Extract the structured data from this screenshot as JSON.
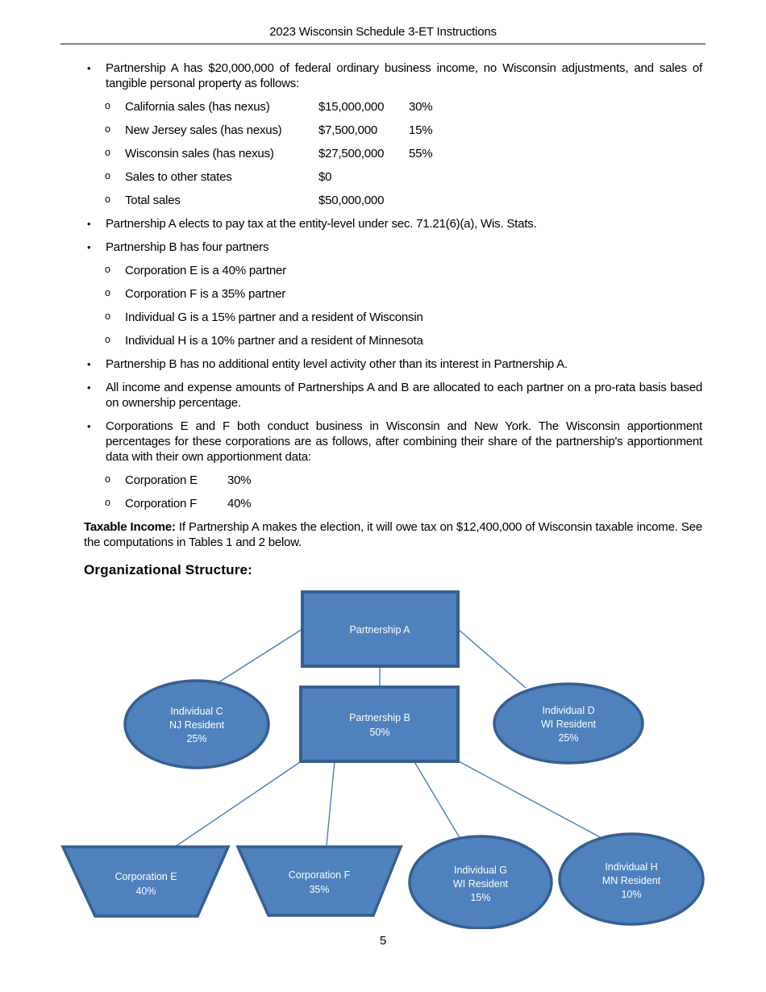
{
  "page": {
    "title": "2023 Wisconsin Schedule 3-ET Instructions",
    "page_number": "5"
  },
  "bullets": {
    "b1": {
      "text": "Partnership A has $20,000,000 of federal ordinary business income, no Wisconsin adjustments, and sales of tangible personal property as follows:",
      "items": [
        {
          "label": "California sales (has nexus)",
          "amount": "$15,000,000",
          "pct": "30%"
        },
        {
          "label": "New Jersey sales (has nexus)",
          "amount": "$7,500,000",
          "pct": "15%"
        },
        {
          "label": "Wisconsin sales (has nexus)",
          "amount": "$27,500,000",
          "pct": "55%"
        },
        {
          "label": "Sales to other states",
          "amount": "$0",
          "pct": ""
        },
        {
          "label": "Total sales",
          "amount": "$50,000,000",
          "pct": ""
        }
      ]
    },
    "b2": {
      "text": "Partnership A elects to pay tax at the entity-level under sec. 71.21(6)(a), Wis. Stats."
    },
    "b3": {
      "text": "Partnership B has four partners",
      "items": [
        "Corporation E is a 40% partner",
        "Corporation F is a 35% partner",
        "Individual G is a 15% partner and a resident of Wisconsin",
        "Individual H is a 10% partner and a resident of Minnesota"
      ]
    },
    "b4": {
      "text": "Partnership B has no additional entity level activity other than its interest in Partnership A."
    },
    "b5": {
      "text": "All income and expense amounts of Partnerships A and B are allocated to each partner on a pro-rata basis based on ownership percentage."
    },
    "b6": {
      "text": "Corporations E and F both conduct business in Wisconsin and New York. The Wisconsin apportionment percentages for these corporations are as follows, after combining their share of the partnership's apportionment data with their own apportionment data:",
      "items": [
        {
          "label": "Corporation E",
          "pct": "30%"
        },
        {
          "label": "Corporation F",
          "pct": "40%"
        }
      ]
    }
  },
  "taxable": {
    "label": "Taxable Income:",
    "text": "If Partnership A makes the election, it will owe tax on $12,400,000 of Wisconsin taxable income. See the computations in Tables 1 and 2 below."
  },
  "org_heading": "Organizational Structure:",
  "diagram": {
    "colors": {
      "fill": "#4f81bd",
      "border": "#365f8f",
      "connector": "#4a7ebb",
      "text": "#ffffff"
    },
    "nodes": {
      "partnership_a": {
        "label": "Partnership A"
      },
      "partnership_b": {
        "label": "Partnership B",
        "pct": "50%"
      },
      "individual_c": {
        "label": "Individual C",
        "residency": "NJ Resident",
        "pct": "25%"
      },
      "individual_d": {
        "label": "Individual D",
        "residency": "WI Resident",
        "pct": "25%"
      },
      "corporation_e": {
        "label": "Corporation E",
        "pct": "40%"
      },
      "corporation_f": {
        "label": "Corporation F",
        "pct": "35%"
      },
      "individual_g": {
        "label": "Individual G",
        "residency": "WI Resident",
        "pct": "15%"
      },
      "individual_h": {
        "label": "Individual H",
        "residency": "MN Resident",
        "pct": "10%"
      }
    }
  }
}
